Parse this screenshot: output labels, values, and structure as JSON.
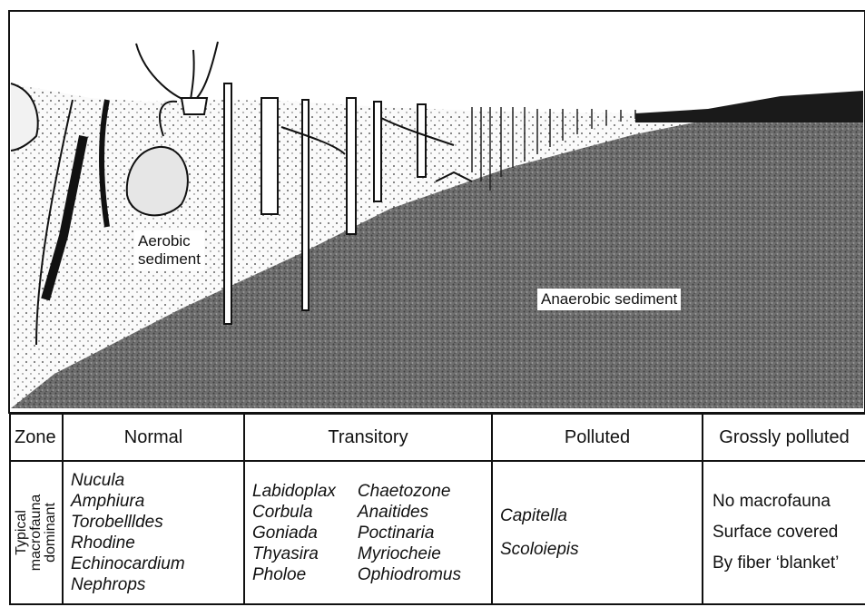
{
  "labels": {
    "aerobic_line1": "Aerobic",
    "aerobic_line2": "sediment",
    "anaerobic": "Anaerobic sediment"
  },
  "table": {
    "headers": {
      "zone": "Zone",
      "normal": "Normal",
      "transitory": "Transitory",
      "polluted": "Polluted",
      "grossly_polluted": "Grossly polluted"
    },
    "row_label": [
      "Typical",
      "macrofauna",
      "dominant"
    ],
    "normal": [
      "Nucula",
      "Amphiura",
      "Torobellldes",
      "Rhodine",
      "Echinocardium",
      "Nephrops"
    ],
    "transitory_a": [
      "Labidoplax",
      "Corbula",
      "Goniada",
      "Thyasira",
      "Pholoe"
    ],
    "transitory_b": [
      "Chaetozone",
      "Anaitides",
      "Poctinaria",
      "Myriocheie",
      "Ophiodromus"
    ],
    "polluted": [
      "Capitella",
      "Scoloiepis"
    ],
    "grossly_polluted": [
      "No macrofauna",
      "Surface covered",
      "By fiber ‘blanket’"
    ]
  },
  "colors": {
    "ink": "#111111",
    "sediment_dark": "#6e6e6e",
    "sediment_light": "#f7f7f7"
  }
}
